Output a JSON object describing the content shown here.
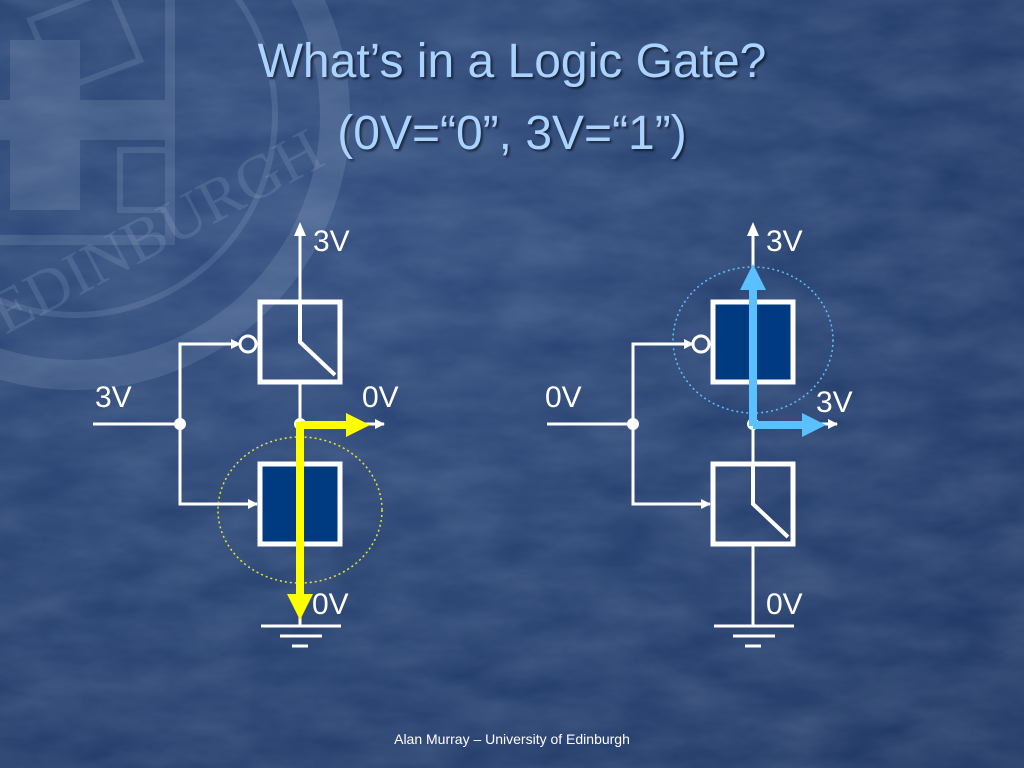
{
  "slide": {
    "title_line_1": "What’s in a Logic Gate?",
    "title_line_2": "(0V=“0”, 3V=“1”)",
    "footer": "Alan Murray – University of Edinburgh",
    "watermark_text": "EDINBURGH"
  },
  "colors": {
    "background": "#233e6e",
    "title": "#aad4ff",
    "wire": "#ffffff",
    "switch_fill": "#003a80",
    "path_left": "#ffff00",
    "path_right": "#5bc0ff"
  },
  "left_circuit": {
    "supply_label": "3V",
    "input_label": "3V",
    "output_label": "0V",
    "ground_label": "0V",
    "upper_switch": "open",
    "lower_switch": "closed"
  },
  "right_circuit": {
    "supply_label": "3V",
    "input_label": "0V",
    "output_label": "3V",
    "ground_label": "0V",
    "upper_switch": "closed",
    "lower_switch": "open"
  }
}
